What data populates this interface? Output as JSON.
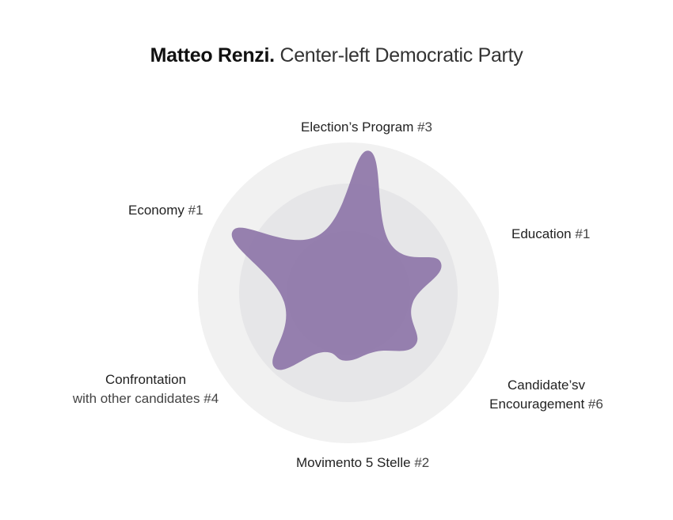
{
  "title": {
    "name": "Matteo Renzi.",
    "party": "Center-left Democratic Party"
  },
  "colors": {
    "ring_outer": "#f1f1f1",
    "ring_mid": "#e6e6e8",
    "ring_inner": "#dadadd",
    "shape_fill": "#8e76a8",
    "background": "#ffffff"
  },
  "chart_data": {
    "type": "radar",
    "title": "Matteo Renzi. Center-left Democratic Party",
    "axes": [
      {
        "label": "Election’s Program",
        "rank": "#3",
        "value": 0.93
      },
      {
        "label": "Education",
        "rank": "#1",
        "value": 0.63
      },
      {
        "label": "Candidate’sv Encouragement",
        "rank": "#6",
        "value": 0.55
      },
      {
        "label": "Movimento 5 Stelle",
        "rank": "#2",
        "value": 0.44
      },
      {
        "label": "Confrontation",
        "sublabel": "with other candidates",
        "rank": "#4",
        "value": 0.68
      },
      {
        "label": "Economy",
        "rank": "#1",
        "value": 0.85
      }
    ],
    "rings": 3
  }
}
